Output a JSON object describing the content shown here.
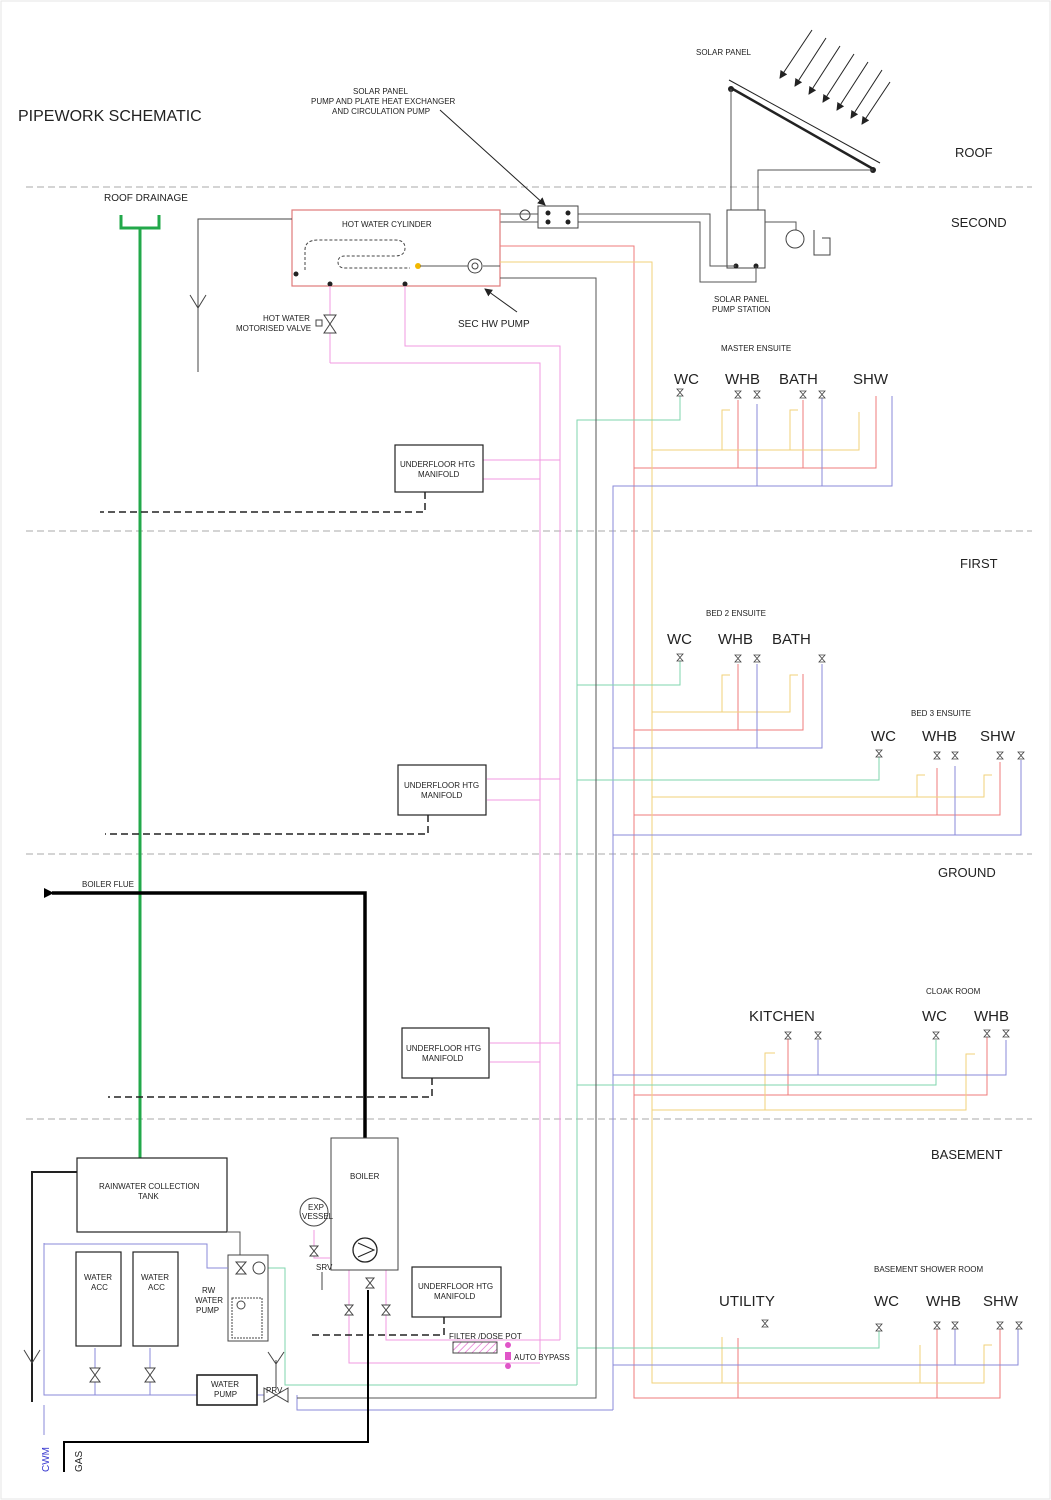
{
  "title": "PIPEWORK SCHEMATIC",
  "colors": {
    "hot": "#ef7b7b",
    "cold": "#8a8ad8",
    "heating": "#f09ae0",
    "recirc": "#f2d27a",
    "rainwater": "#7fd6ae",
    "flue": "#000000",
    "gas": "#000000",
    "drainage": "#22a84a",
    "cwm": "#3a3ad0",
    "return": "#555555",
    "level_line": "#aaaaaa",
    "box_border": "#444444",
    "cylinder_border": "#e07a7a"
  },
  "floors": [
    "ROOF",
    "SECOND",
    "FIRST",
    "GROUND",
    "BASEMENT"
  ],
  "equipment": {
    "solar_panel": "SOLAR PANEL",
    "solar_exchanger": [
      "SOLAR PANEL",
      "PUMP AND PLATE HEAT EXCHANGER",
      "AND CIRCULATION PUMP"
    ],
    "solar_station": [
      "SOLAR PANEL",
      "PUMP STATION"
    ],
    "cylinder": "HOT WATER CYLINDER",
    "motorised_valve": [
      "HOT WATER",
      "MOTORISED VALVE"
    ],
    "sec_pump": "SEC HW PUMP",
    "roof_drainage": "ROOF DRAINAGE",
    "boiler_flue": "BOILER FLUE",
    "ufh_manifold": [
      "UNDERFLOOR HTG",
      "MANIFOLD"
    ],
    "rainwater_tank": [
      "RAINWATER COLLECTION",
      "TANK"
    ],
    "water_acc": [
      "WATER",
      "ACC"
    ],
    "rw_pump": [
      "RW",
      "WATER",
      "PUMP"
    ],
    "water_pump": [
      "WATER",
      "PUMP"
    ],
    "prv": "PRV",
    "boiler": "BOILER",
    "exp_vessel": [
      "EXP",
      "VESSEL"
    ],
    "srv": "SRV",
    "filter_pot": "FILTER /DOSE POT",
    "auto_bypass": "AUTO BYPASS",
    "cwm": "CWM",
    "gas": "GAS"
  },
  "rooms": {
    "master": {
      "name": "MASTER  ENSUITE",
      "fixtures": [
        "WC",
        "WHB",
        "BATH",
        "SHW"
      ]
    },
    "bed2": {
      "name": "BED 2 ENSUITE",
      "fixtures": [
        "WC",
        "WHB",
        "BATH"
      ]
    },
    "bed3": {
      "name": "BED 3 ENSUITE",
      "fixtures": [
        "WC",
        "WHB",
        "SHW"
      ]
    },
    "kitchen": {
      "name": "",
      "fixtures": [
        "KITCHEN"
      ]
    },
    "cloak": {
      "name": "CLOAK ROOM",
      "fixtures": [
        "WC",
        "WHB"
      ]
    },
    "basement_utility": {
      "name": "",
      "fixtures": [
        "UTILITY"
      ]
    },
    "basement_shower": {
      "name": "BASEMENT SHOWER ROOM",
      "fixtures": [
        "WC",
        "WHB",
        "SHW"
      ]
    }
  }
}
